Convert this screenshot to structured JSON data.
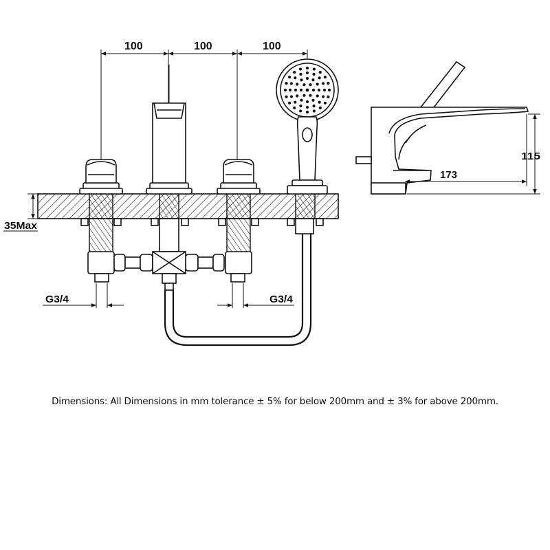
{
  "dimensions": {
    "spacing_1": "100",
    "spacing_2": "100",
    "spacing_3": "100",
    "deck_max": "35Max",
    "thread_left": "G3/4",
    "thread_right": "G3/4",
    "spout_reach": "173",
    "spout_height": "115"
  },
  "caption": "Dimensions: All Dimensions in mm tolerance ± 5% for below 200mm and ± 3% for above 200mm."
}
